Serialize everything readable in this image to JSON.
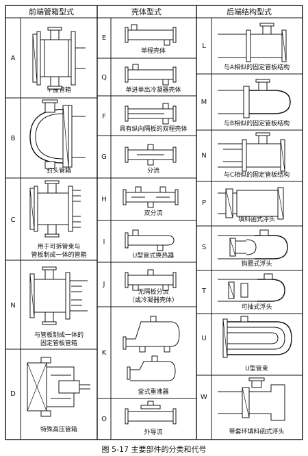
{
  "headers": {
    "front": "前端管箱型式",
    "shell": "壳体型式",
    "rear": "后端结构型式"
  },
  "front": [
    {
      "code": "A",
      "caption": [
        "平盖管箱"
      ]
    },
    {
      "code": "B",
      "caption": [
        "封头管箱"
      ]
    },
    {
      "code": "C",
      "caption": [
        "用于可拆管束与",
        "管板制成一体的管箱"
      ]
    },
    {
      "code": "N",
      "caption": [
        "与管板制成一体的",
        "固定管板管箱"
      ]
    },
    {
      "code": "D",
      "caption": [
        "特殊高压管箱"
      ]
    }
  ],
  "shell": [
    {
      "code": "E",
      "caption": [
        "单程壳体"
      ]
    },
    {
      "code": "Q",
      "caption": [
        "单进单出冷凝器壳体"
      ]
    },
    {
      "code": "F",
      "caption": [
        "具有纵向隔板的双程壳体"
      ]
    },
    {
      "code": "G",
      "caption": [
        "分流"
      ]
    },
    {
      "code": "H",
      "caption": [
        "双分流"
      ]
    },
    {
      "code": "I",
      "caption": [
        "U型管式换热器"
      ]
    },
    {
      "code": "J",
      "caption": [
        "无隔板分流",
        "（或冷凝器壳体）"
      ]
    },
    {
      "code": "K",
      "caption": [
        "釜式重沸器"
      ]
    },
    {
      "code": "O",
      "caption": [
        "外导流"
      ]
    }
  ],
  "rear": [
    {
      "code": "L",
      "caption": [
        "与A相似的固定管板结构"
      ]
    },
    {
      "code": "M",
      "caption": [
        "与B相似的固定管板结构"
      ]
    },
    {
      "code": "N",
      "caption": [
        "与C相似的固定管板结构"
      ]
    },
    {
      "code": "P",
      "caption": [
        "填料函式浮头"
      ]
    },
    {
      "code": "S",
      "caption": [
        "钩圈式浮头"
      ]
    },
    {
      "code": "T",
      "caption": [
        "可抽式浮头"
      ]
    },
    {
      "code": "U",
      "caption": [
        "U型管束"
      ]
    },
    {
      "code": "W",
      "caption": [
        "带套环填料函式浮头"
      ]
    }
  ],
  "figure_caption": "图 5-17    主要部件的分类和代号"
}
